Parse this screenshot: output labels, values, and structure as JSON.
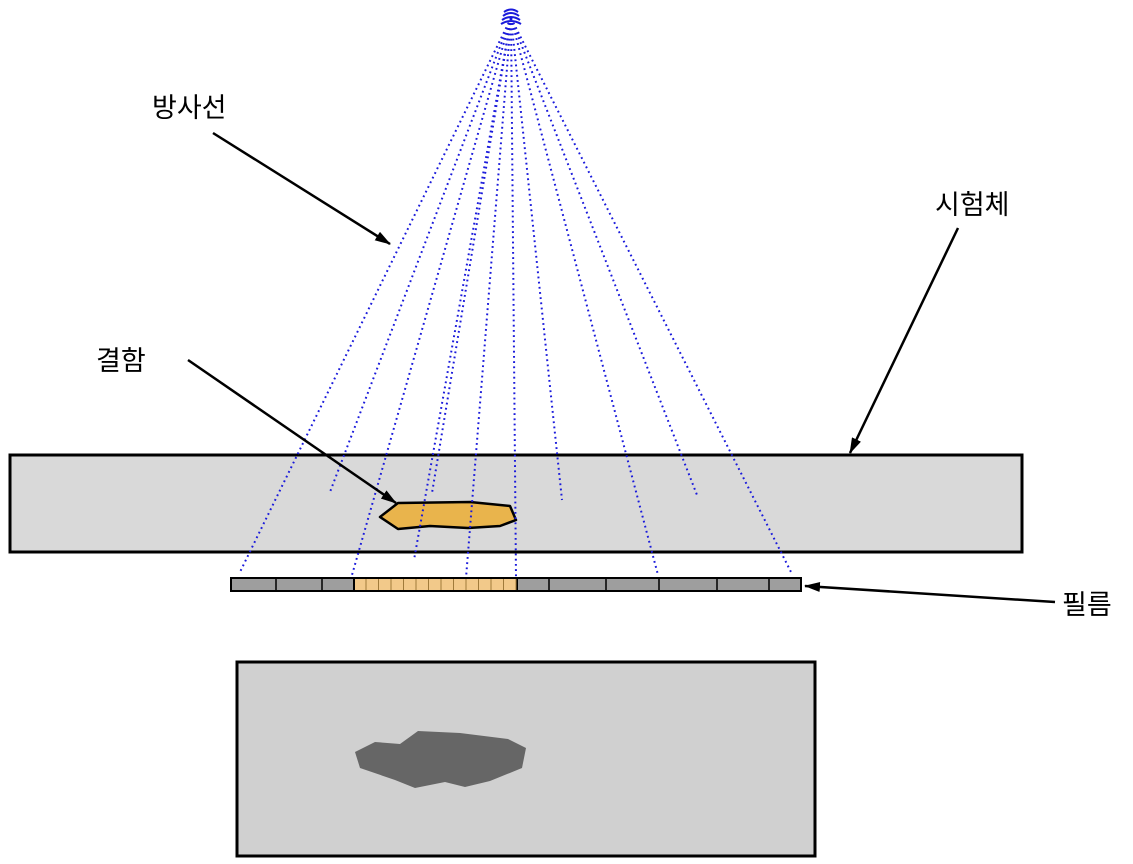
{
  "labels": {
    "radiation": "방사선",
    "specimen": "시험체",
    "defect": "결함",
    "film": "필름"
  },
  "colors": {
    "background": "#ffffff",
    "ray": "#1a1adb",
    "specimen_fill": "#d9d9d9",
    "defect_fill": "#e9b44c",
    "film_fill": "#9e9e9e",
    "film_exposed_fill": "#f2c98a",
    "radiograph_fill": "#d0d0d0",
    "radiograph_shadow": "#666666",
    "outline": "#000000"
  },
  "icons": {
    "source": "radiation-source-icon",
    "arrow": "arrowhead-icon"
  }
}
